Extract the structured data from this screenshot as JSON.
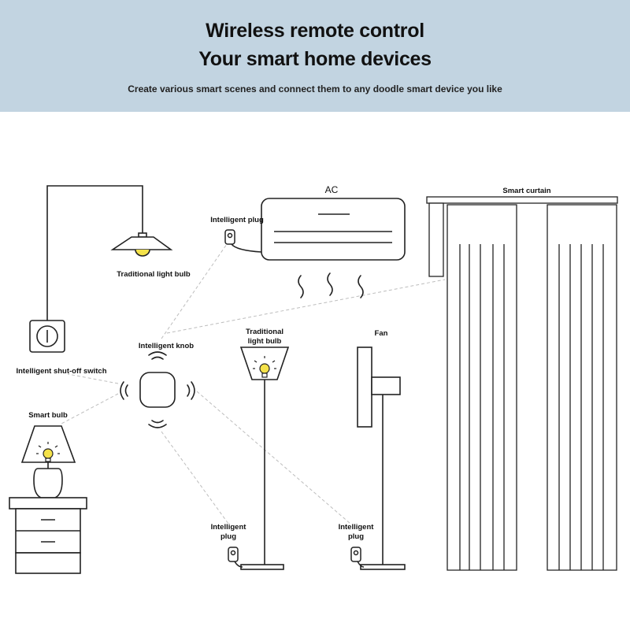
{
  "header": {
    "title_line1": "Wireless remote control",
    "title_line2": "Your smart home devices",
    "subtitle": "Create various smart scenes and connect them to any doodle smart device you like"
  },
  "labels": {
    "ac": "AC",
    "smart_curtain": "Smart curtain",
    "intelligent_plug_ac": "Intelligent plug",
    "traditional_light_bulb_pendant": "Traditional light bulb",
    "intelligent_knob": "Intelligent knob",
    "intelligent_shutoff_switch": "Intelligent shut-off switch",
    "smart_bulb": "Smart bulb",
    "traditional_light_bulb_floor_line1": "Traditional",
    "traditional_light_bulb_floor_line2": "light bulb",
    "fan": "Fan",
    "intelligent_plug_left_line1": "Intelligent",
    "intelligent_plug_left_line2": "plug",
    "intelligent_plug_right_line1": "Intelligent",
    "intelligent_plug_right_line2": "plug"
  },
  "colors": {
    "banner": "#c2d4e1",
    "line": "#222222",
    "dash": "#bbbbbb",
    "bulb_glow": "#f4e24a"
  }
}
